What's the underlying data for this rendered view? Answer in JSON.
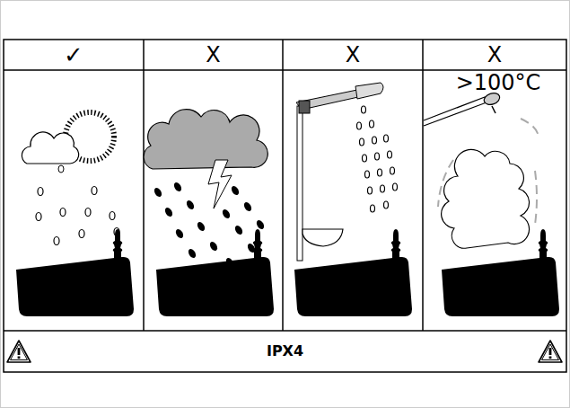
{
  "diagram": {
    "labels": [
      "✓",
      "X",
      "X",
      "X",
      ">100°C",
      "IPX4"
    ]
  }
}
